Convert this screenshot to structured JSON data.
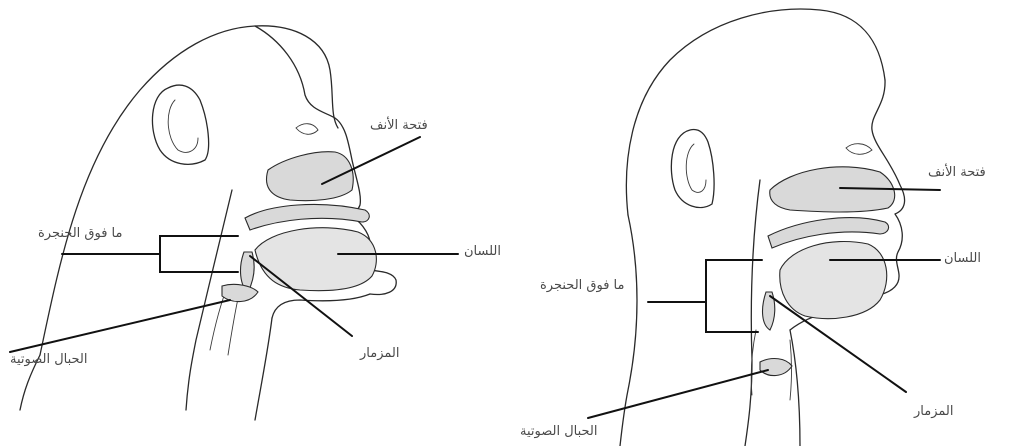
{
  "left_figure": {
    "labels": {
      "nasal_cavity": "فتحة الأنف",
      "supralaryngeal": "ما فوق الحنجرة",
      "tongue": "اللسان",
      "epiglottis": "المزمار",
      "vocal_cords": "الحبال الصوتية"
    }
  },
  "right_figure": {
    "labels": {
      "nasal_cavity": "فتحة الأنف",
      "supralaryngeal": "ما فوق الحنجرة",
      "tongue": "اللسان",
      "epiglottis": "المزمار",
      "vocal_cords": "الحبال الصوتية"
    }
  }
}
